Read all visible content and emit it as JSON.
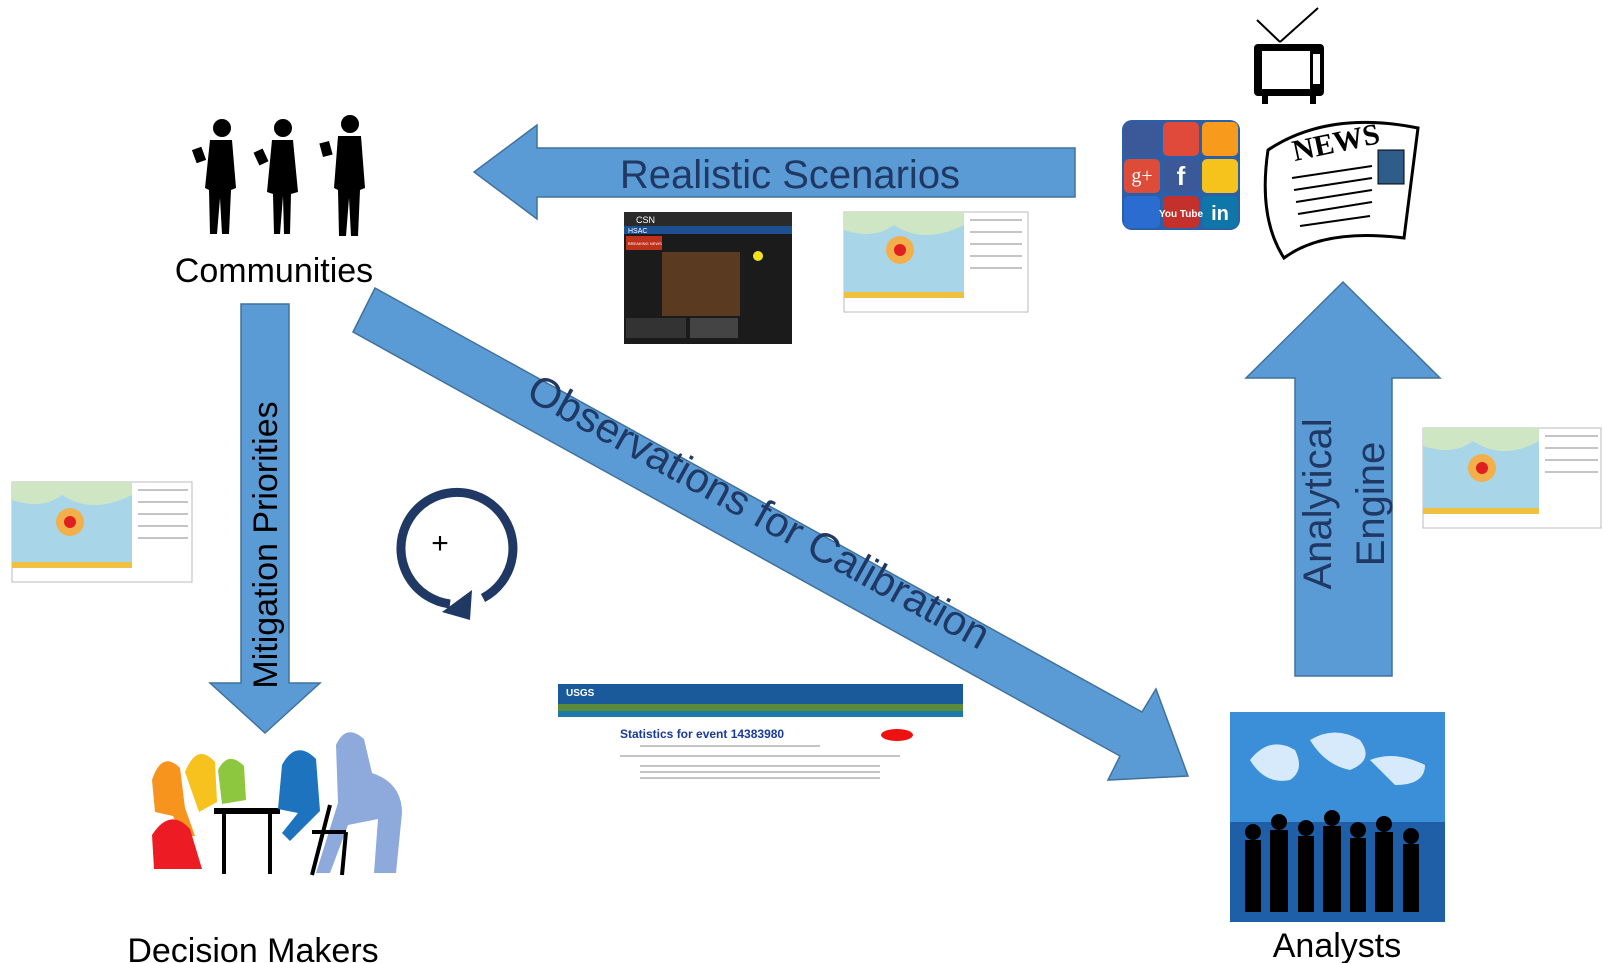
{
  "nodes": {
    "communities": "Communities",
    "decision_makers": "Decision Makers",
    "analysts": "Analysts"
  },
  "arrows": {
    "realistic_scenarios": "Realistic Scenarios",
    "mitigation_priorities": "Mitigation Priorities",
    "observations": "Observations for Calibration",
    "analytical_engine_line1": "Analytical",
    "analytical_engine_line2": "Engine"
  },
  "cycle_symbol": "+",
  "media": {
    "news_headline": "NEWS",
    "social_icons": [
      "g+",
      "f",
      "You Tube",
      "in"
    ]
  },
  "screens": {
    "csn": {
      "brand": "CSN",
      "sub": "HSAC",
      "banner": "BREAKING NEWS"
    },
    "usgs": {
      "brand": "USGS",
      "title": "Statistics for event 14383980"
    }
  },
  "colors": {
    "arrow_fill": "#5b9bd5",
    "arrow_stroke": "#41719c",
    "arrow_text": "#1f3864",
    "news_black": "#000000"
  }
}
